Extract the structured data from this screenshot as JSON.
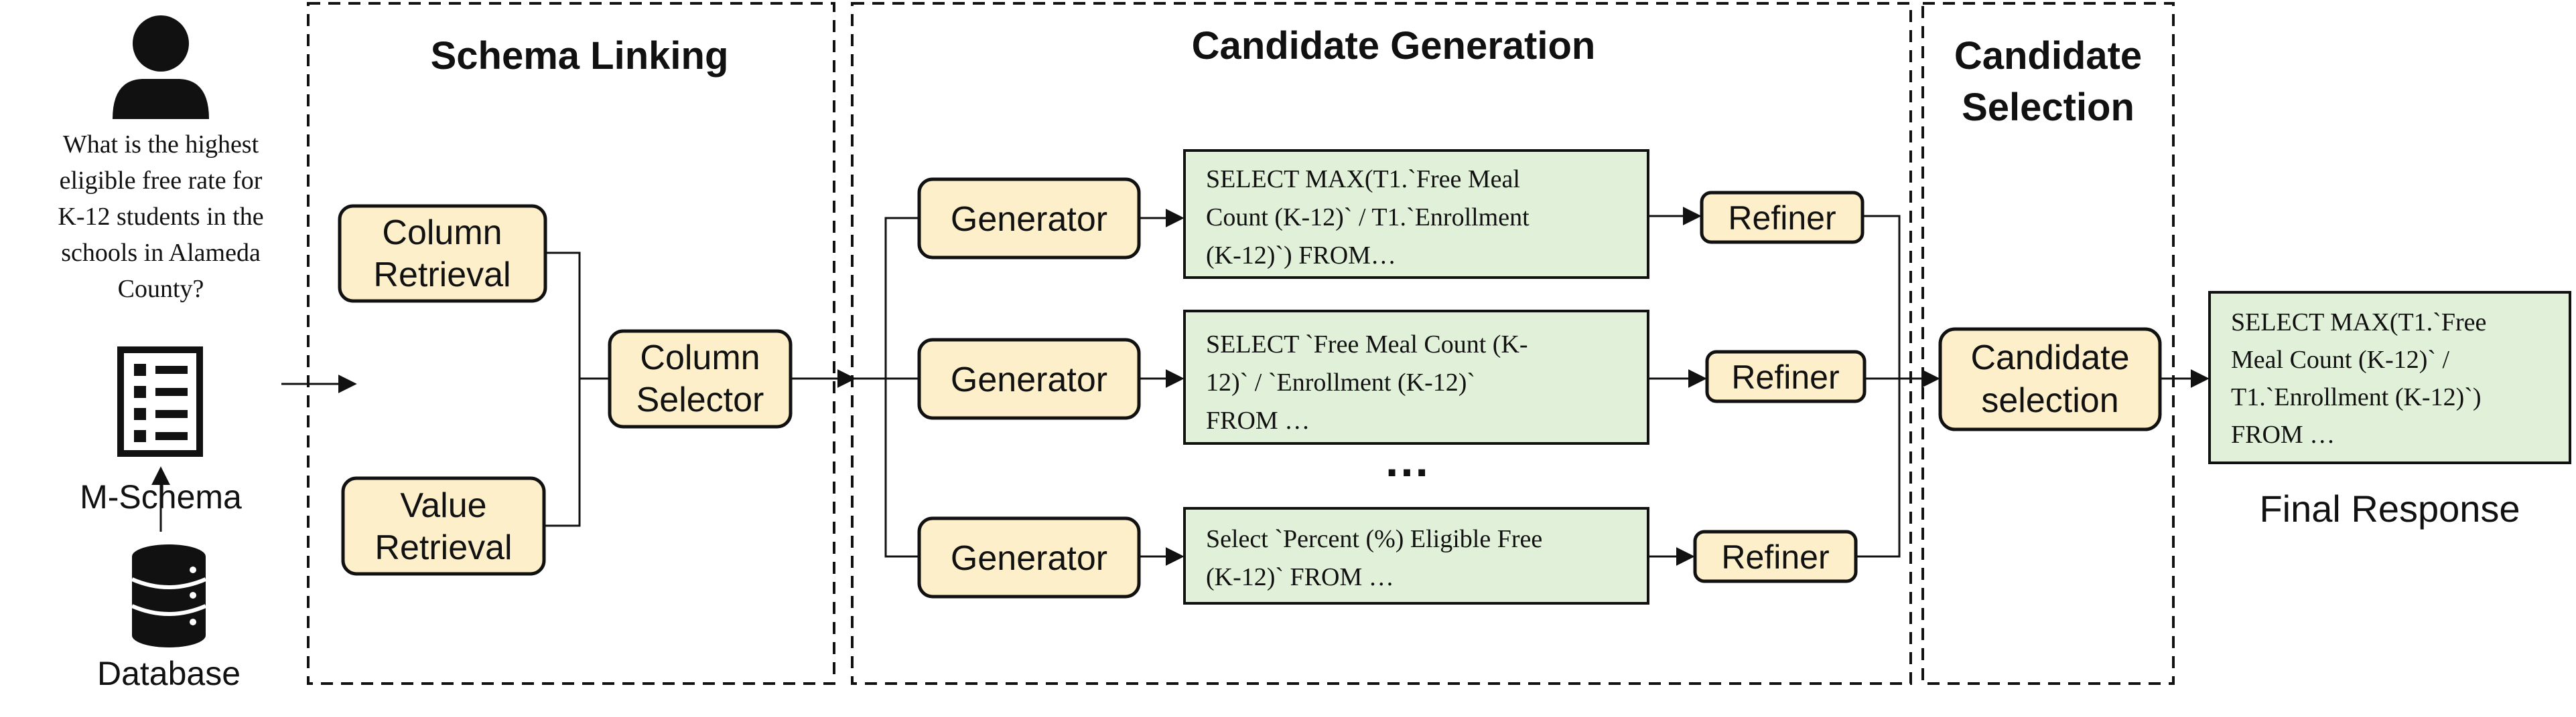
{
  "question": {
    "lines": [
      "What is the highest",
      "eligible free rate for",
      "K-12 students in the",
      "schools in Alameda",
      "County?"
    ]
  },
  "icons": {
    "user": "user-icon",
    "schema": "document-list-icon",
    "database": "database-icon"
  },
  "labels": {
    "m_schema": "M-Schema",
    "database": "Database",
    "final_response": "Final Response"
  },
  "sections": {
    "schema_linking": {
      "title": "Schema Linking"
    },
    "candidate_generation": {
      "title": "Candidate Generation"
    },
    "candidate_selection": {
      "title_lines": [
        "Candidate",
        "Selection"
      ]
    }
  },
  "nodes": {
    "column_retrieval": [
      "Column",
      "Retrieval"
    ],
    "value_retrieval": [
      "Value",
      "Retrieval"
    ],
    "column_selector": [
      "Column",
      "Selector"
    ],
    "generator": "Generator",
    "refiner": "Refiner",
    "candidate_selection": [
      "Candidate",
      "selection"
    ]
  },
  "sql_candidates": [
    [
      "SELECT MAX(T1.`Free Meal",
      "Count (K-12)` / T1.`Enrollment",
      "(K-12)`) FROM…"
    ],
    [
      "SELECT `Free Meal Count (K-",
      "12)` / `Enrollment (K-12)`",
      "FROM …"
    ],
    [
      "Select `Percent (%) Eligible Free",
      "(K-12)`  FROM …"
    ]
  ],
  "ellipsis": "…",
  "final_sql": [
    "SELECT MAX(T1.`Free",
    "Meal Count (K-12)` /",
    "T1.`Enrollment (K-12)`)",
    "FROM …"
  ],
  "colors": {
    "yellow_fill": "#fdefc9",
    "green_fill": "#e1f0d8",
    "stroke": "#111111"
  }
}
